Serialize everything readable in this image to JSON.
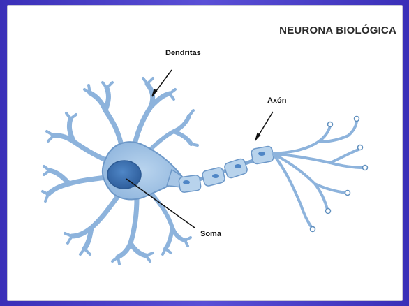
{
  "diagram": {
    "title": "NEURONA BIOLÓGICA",
    "labels": {
      "dendrites": "Dendritas",
      "axon": "Axón",
      "soma": "Soma"
    },
    "colors": {
      "membrane_fill": "#a8c8e6",
      "membrane_stroke": "#5f8fbe",
      "nucleus": "#3f73b4",
      "nucleus_dark": "#2e5c98",
      "myelin": "#b8d3ec",
      "background": "#ffffff"
    }
  }
}
